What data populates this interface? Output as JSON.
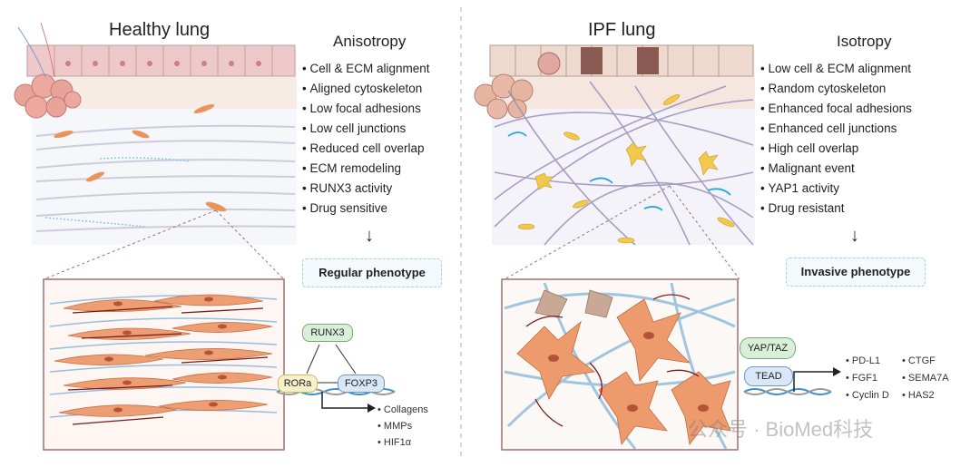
{
  "healthy": {
    "title": "Healthy lung",
    "header": "Anisotropy",
    "bullets": [
      "Cell & ECM alignment",
      "Aligned cytoskeleton",
      "Low focal adhesions",
      "Low cell junctions",
      "Reduced cell overlap",
      "ECM remodeling",
      "RUNX3 activity",
      "Drug sensitive"
    ],
    "phenotype": "Regular phenotype",
    "pathway": {
      "nodes": [
        "RUNX3",
        "RORa",
        "FOXP3"
      ],
      "targets": [
        "Collagens",
        "MMPs",
        "HIF1α"
      ]
    }
  },
  "ipf": {
    "title": "IPF lung",
    "header": "Isotropy",
    "bullets": [
      "Low cell & ECM alignment",
      "Random cytoskeleton",
      "Enhanced focal adhesions",
      "Enhanced cell junctions",
      "High cell overlap",
      "Malignant event",
      "YAP1 activity",
      "Drug resistant"
    ],
    "phenotype": "Invasive phenotype",
    "pathway": {
      "nodes": [
        "YAP/TAZ",
        "TEAD"
      ],
      "targets_left": [
        "PD-L1",
        "FGF1",
        "Cyclin D"
      ],
      "targets_right": [
        "CTGF",
        "SEMA7A",
        "HAS2"
      ]
    }
  },
  "watermark": "公众号 · BioMed科技",
  "colors": {
    "cell_orange": "#e8945a",
    "cell_yellow": "#f2c94c",
    "fiber_purple": "#9a8fb8",
    "fiber_blue": "#5b9bd5",
    "epithelium": "#e9c2c5",
    "node_green": "#d8efd8",
    "node_blue": "#d9e8f6",
    "node_yellow": "#f7f0c8"
  }
}
